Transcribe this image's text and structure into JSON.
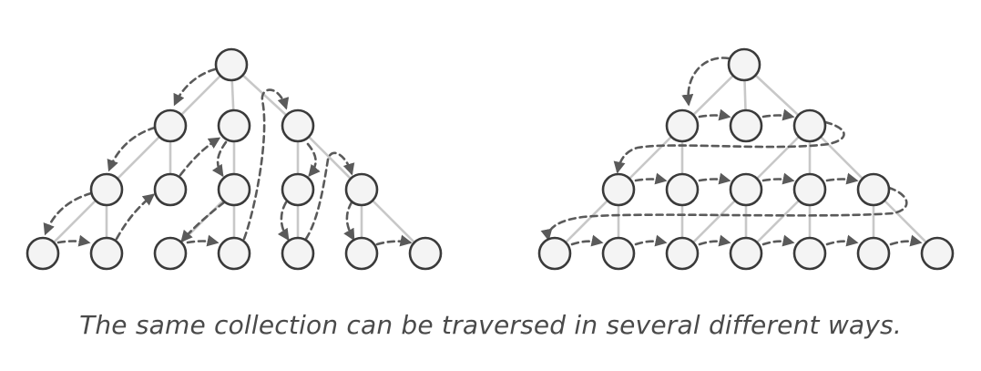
{
  "caption": "The same collection can be traversed in several different ways.",
  "colors": {
    "node_fill": "#f4f4f4",
    "node_stroke": "#3a3a3a",
    "tree_edge": "#c8c8c8",
    "traversal_path": "#5a5a5a",
    "caption_text": "#4a4a4a"
  },
  "trees": [
    {
      "name": "left-tree",
      "traversal": "depth-first"
    },
    {
      "name": "right-tree",
      "traversal": "breadth-first"
    }
  ]
}
